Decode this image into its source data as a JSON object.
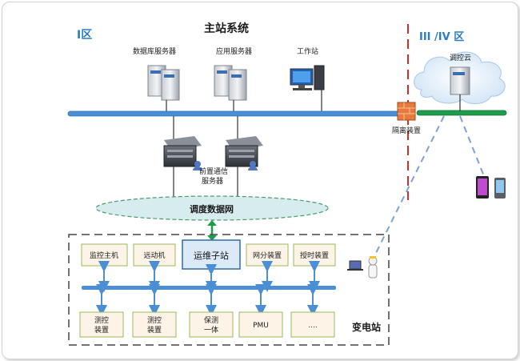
{
  "title": "主站系统",
  "zones": {
    "zone1": "I区",
    "zone34": "III /IV 区"
  },
  "servers": {
    "db_server": "数据库服务器",
    "app_server": "应用服务器",
    "workstation": "工作站",
    "front_server_line1": "前置通信",
    "front_server_line2": "服务器"
  },
  "cloud": {
    "label": "调控云"
  },
  "isolation": {
    "label": "隔离装置"
  },
  "network": {
    "label": "调度数据网"
  },
  "substation": {
    "label": "变电站",
    "top_devices": [
      "监控主机",
      "远动机",
      "运维子站",
      "网分装置",
      "授时装置"
    ],
    "bottom_devices": [
      {
        "line1": "测控",
        "line2": "装置"
      },
      {
        "line1": "测控",
        "line2": "装置"
      },
      {
        "line1": "保测",
        "line2": "一体"
      },
      {
        "line1": "PMU",
        "line2": ""
      },
      {
        "line1": "....",
        "line2": ""
      }
    ]
  },
  "colors": {
    "bus_blue": "#4a8fd6",
    "bus_green": "#1d9c4a",
    "accent_red": "#d32d2d",
    "device_box_fill": "#fdf3e6",
    "device_box_stroke": "#9bba5c",
    "highlight_box_fill": "#dce9f6",
    "highlight_box_stroke": "#2d6ea8",
    "network_fill": "#d6ecef",
    "zone_label_blue": "#2a7cc7"
  }
}
